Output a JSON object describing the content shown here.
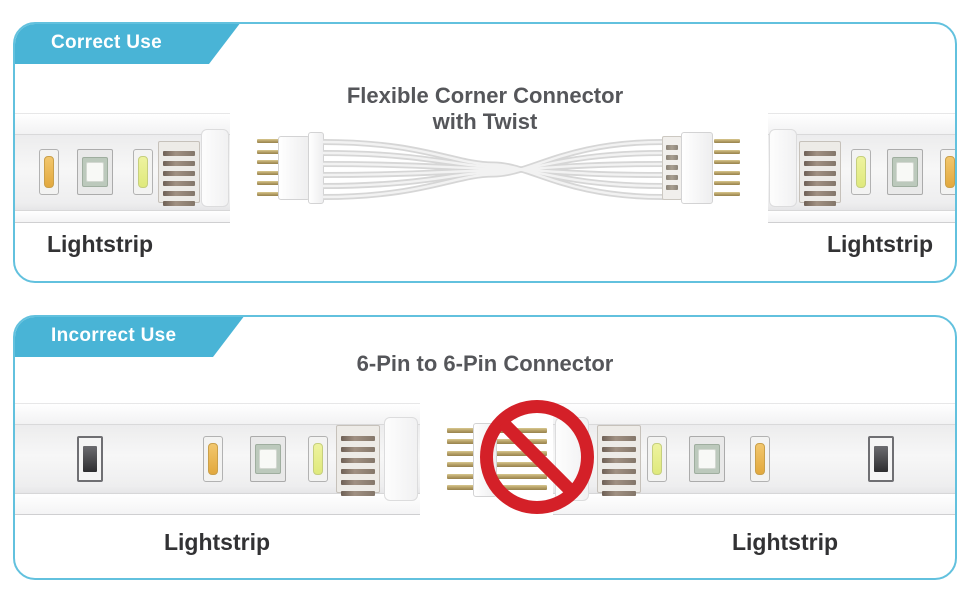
{
  "colors": {
    "accent_blue": "#49B4D6",
    "panel_border": "#62C1DE",
    "prohibition_red": "#D42028",
    "title_gray": "#55565A",
    "label_dark": "#323234"
  },
  "panels": [
    {
      "banner_label": "Correct Use",
      "title_line1": "Flexible Corner Connector",
      "title_line2": "with Twist",
      "left_label": "Lightstrip",
      "right_label": "Lightstrip"
    },
    {
      "banner_label": "Incorrect Use",
      "title_line1": "6-Pin to 6-Pin Connector",
      "left_label": "Lightstrip",
      "right_label": "Lightstrip"
    }
  ],
  "icons": {
    "prohibition": "no-entry-icon",
    "connector": "six-pin-connector",
    "cable": "twisted-cable"
  }
}
